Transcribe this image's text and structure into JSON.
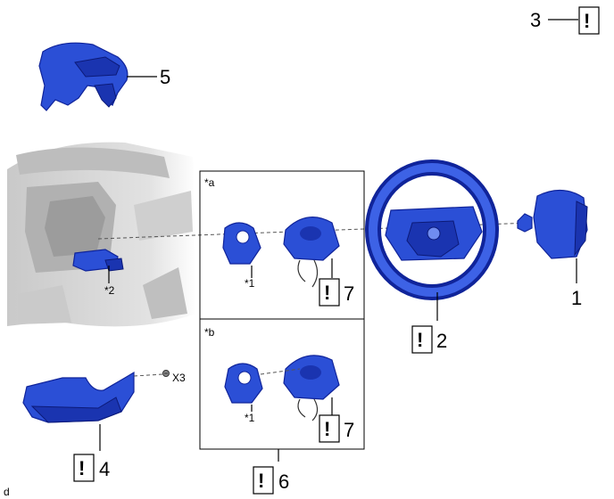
{
  "callouts": {
    "c1": "1",
    "c2": "2",
    "c3": "3",
    "c4": "4",
    "c5": "5",
    "c6": "6",
    "c7a": "7",
    "c7b": "7"
  },
  "warning_mark": "!",
  "labels": {
    "star1a": "*1",
    "star1b": "*1",
    "star2": "*2",
    "stara": "*a",
    "starb": "*b",
    "x3": "X3",
    "corner": "d"
  },
  "colors": {
    "part_blue": "#2b4fd6",
    "part_outline": "#10249a",
    "interior_gray": "#d9d9d9"
  }
}
